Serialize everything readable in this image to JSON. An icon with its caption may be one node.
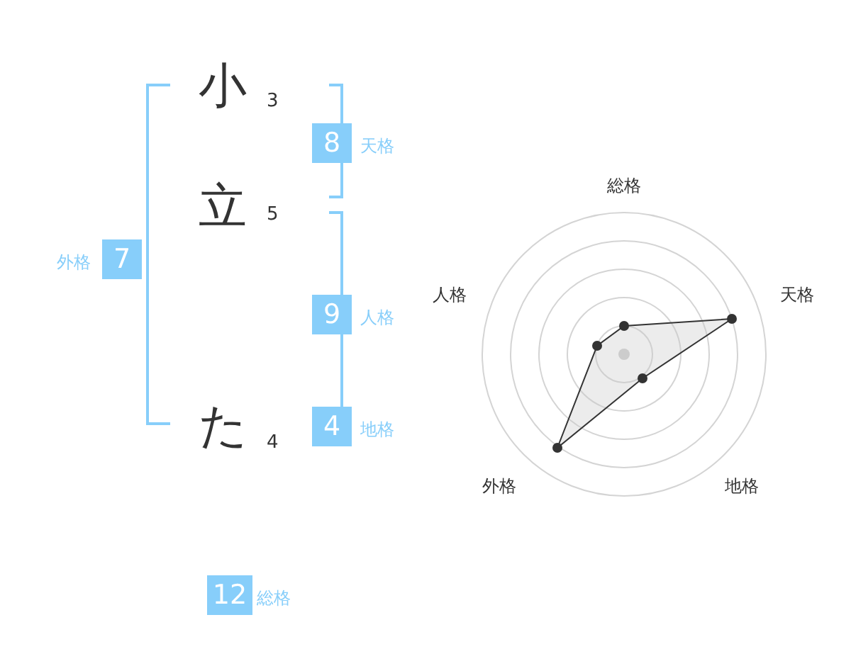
{
  "diagram": {
    "nodes": [
      {
        "text": [
          "8"
        ],
        "beside": [
          "天格"
        ]
      },
      {
        "text": [
          "7"
        ],
        "beside": [
          "外格"
        ]
      },
      {
        "text": [
          "9"
        ],
        "beside": [
          "人格"
        ]
      },
      {
        "text": [
          "4"
        ],
        "beside": [
          "地格"
        ]
      },
      {
        "text": [
          "12"
        ],
        "beside": [
          "総格"
        ]
      }
    ],
    "labels": [
      "小",
      "3",
      "立",
      "5",
      "た",
      "4",
      "総格",
      "人格",
      "天格",
      "外格",
      "地格"
    ]
  }
}
